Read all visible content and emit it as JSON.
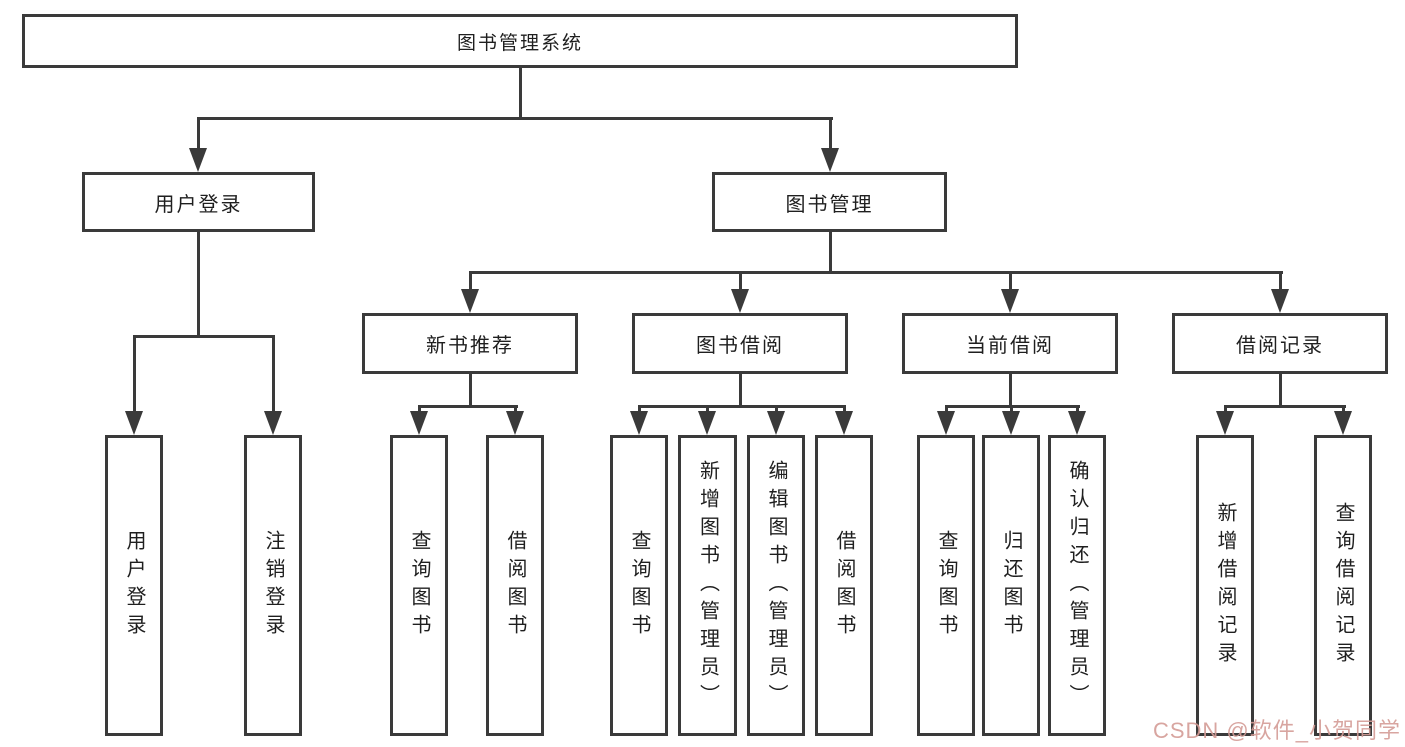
{
  "tree": {
    "root": "图书管理系统",
    "level2": [
      {
        "label": "用户登录",
        "children": [
          "用户登录",
          "注销登录"
        ]
      },
      {
        "label": "图书管理",
        "children": [
          {
            "label": "新书推荐",
            "children": [
              "查询图书",
              "借阅图书"
            ]
          },
          {
            "label": "图书借阅",
            "children": [
              "查询图书",
              "新增图书（管理员）",
              "编辑图书（管理员）",
              "借阅图书"
            ]
          },
          {
            "label": "当前借阅",
            "children": [
              "查询图书",
              "归还图书",
              "确认归还（管理员）"
            ]
          },
          {
            "label": "借阅记录",
            "children": [
              "新增借阅记录",
              "查询借阅记录"
            ]
          }
        ]
      }
    ]
  },
  "watermark": {
    "text": "CSDN @软件_小贺同学"
  },
  "colors": {
    "line": "#3a3a3a",
    "box_background": "#ffffff",
    "text": "#1f1f1f",
    "watermark": "#d49c96",
    "background": "#ffffff"
  }
}
